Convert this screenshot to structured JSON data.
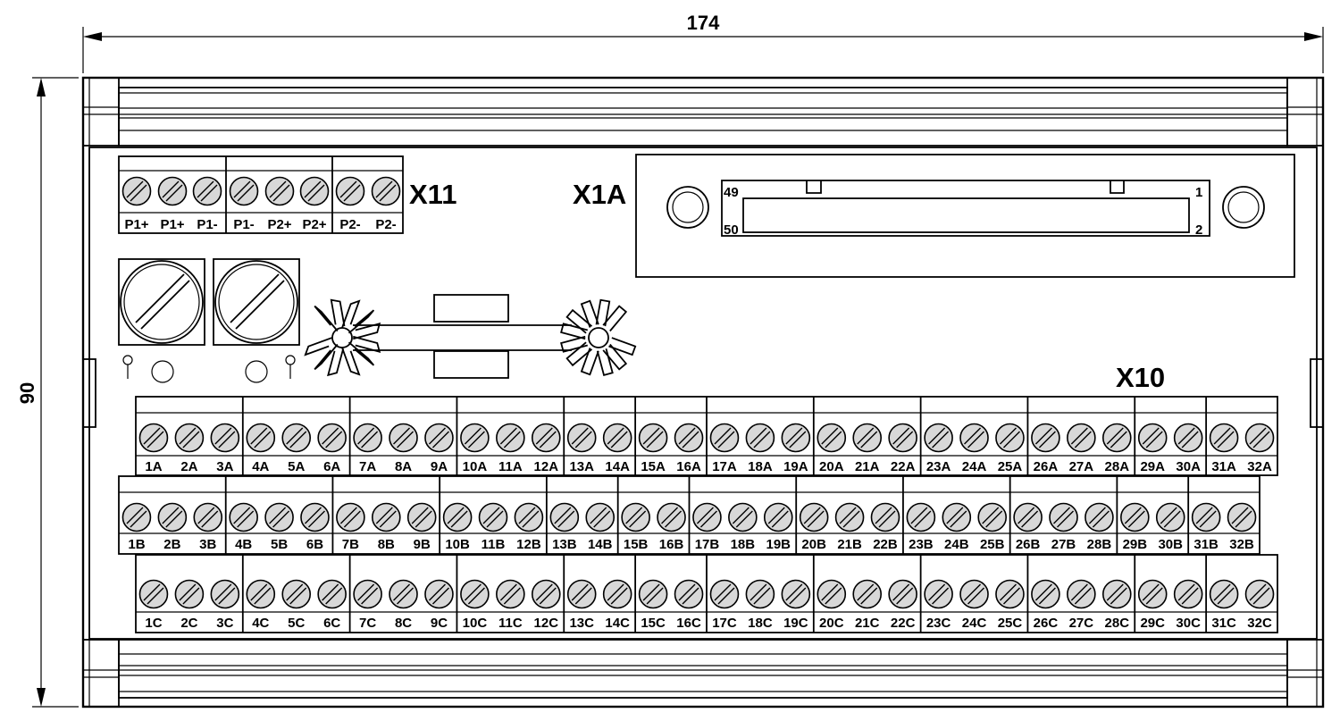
{
  "dimensions": {
    "width": "174",
    "height": "90"
  },
  "headers": {
    "x11": "X11",
    "x1a": "X1A",
    "x10": "X10"
  },
  "connector_pins": {
    "top_left": "49",
    "top_right": "1",
    "bottom_left": "50",
    "bottom_right": "2"
  },
  "x11_labels": [
    "P1+",
    "P1+",
    "P1-",
    "P1-",
    "P2+",
    "P2+",
    "P2-",
    "P2-"
  ],
  "rows": {
    "A": [
      "1A",
      "2A",
      "3A",
      "4A",
      "5A",
      "6A",
      "7A",
      "8A",
      "9A",
      "10A",
      "11A",
      "12A",
      "13A",
      "14A",
      "15A",
      "16A",
      "17A",
      "18A",
      "19A",
      "20A",
      "21A",
      "22A",
      "23A",
      "24A",
      "25A",
      "26A",
      "27A",
      "28A",
      "29A",
      "30A",
      "31A",
      "32A"
    ],
    "B": [
      "1B",
      "2B",
      "3B",
      "4B",
      "5B",
      "6B",
      "7B",
      "8B",
      "9B",
      "10B",
      "11B",
      "12B",
      "13B",
      "14B",
      "15B",
      "16B",
      "17B",
      "18B",
      "19B",
      "20B",
      "21B",
      "22B",
      "23B",
      "24B",
      "25B",
      "26B",
      "27B",
      "28B",
      "29B",
      "30B",
      "31B",
      "32B"
    ],
    "C": [
      "1C",
      "2C",
      "3C",
      "4C",
      "5C",
      "6C",
      "7C",
      "8C",
      "9C",
      "10C",
      "11C",
      "12C",
      "13C",
      "14C",
      "15C",
      "16C",
      "17C",
      "18C",
      "19C",
      "20C",
      "21C",
      "22C",
      "23C",
      "24C",
      "25C",
      "26C",
      "27C",
      "28C",
      "29C",
      "30C",
      "31C",
      "32C"
    ]
  },
  "style": {
    "line_color": "#000000",
    "screw_fill": "#d8d8d8",
    "background": "#ffffff"
  }
}
